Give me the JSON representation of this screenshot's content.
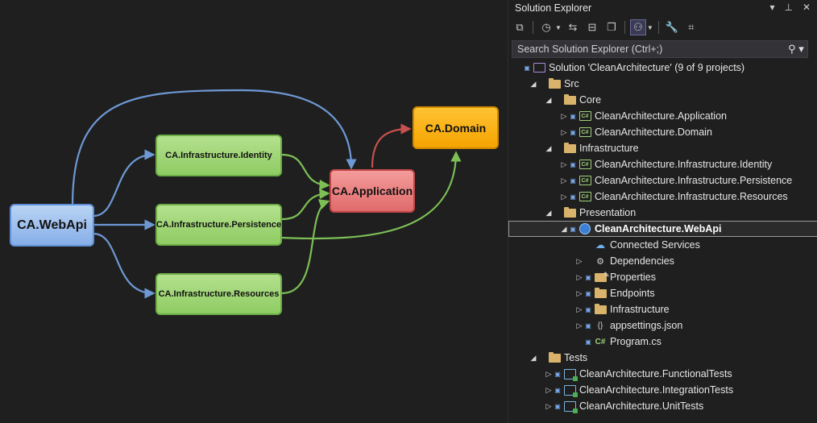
{
  "diagram": {
    "nodes": {
      "webapi": "CA.WebApi",
      "identity": "CA.Infrastructure.Identity",
      "persistence": "CA.Infrastructure.Persistence",
      "resources": "CA.Infrastructure.Resources",
      "application": "CA.Application",
      "domain": "CA.Domain"
    },
    "colors": {
      "blue_edge": "#6e98d4",
      "green_edge": "#7dbf55",
      "red_edge": "#c9504e"
    }
  },
  "explorer": {
    "title": "Solution Explorer",
    "title_icons": [
      "chevron-down-icon",
      "pin-icon",
      "close-icon"
    ],
    "search_placeholder": "Search Solution Explorer (Ctrl+;)",
    "tree": [
      {
        "label": "Solution 'CleanArchitecture' (9 of 9 projects)",
        "level": 0,
        "expander": "",
        "lock": true,
        "icon": "solution"
      },
      {
        "label": "Src",
        "level": 1,
        "expander": "◢",
        "lock": false,
        "icon": "folder"
      },
      {
        "label": "Core",
        "level": 2,
        "expander": "◢",
        "lock": false,
        "icon": "folder"
      },
      {
        "label": "CleanArchitecture.Application",
        "level": 3,
        "expander": "▷",
        "lock": true,
        "icon": "project"
      },
      {
        "label": "CleanArchitecture.Domain",
        "level": 3,
        "expander": "▷",
        "lock": true,
        "icon": "project"
      },
      {
        "label": "Infrastructure",
        "level": 2,
        "expander": "◢",
        "lock": false,
        "icon": "folder"
      },
      {
        "label": "CleanArchitecture.Infrastructure.Identity",
        "level": 3,
        "expander": "▷",
        "lock": true,
        "icon": "project"
      },
      {
        "label": "CleanArchitecture.Infrastructure.Persistence",
        "level": 3,
        "expander": "▷",
        "lock": true,
        "icon": "project"
      },
      {
        "label": "CleanArchitecture.Infrastructure.Resources",
        "level": 3,
        "expander": "▷",
        "lock": true,
        "icon": "project"
      },
      {
        "label": "Presentation",
        "level": 2,
        "expander": "◢",
        "lock": false,
        "icon": "folder"
      },
      {
        "label": "CleanArchitecture.WebApi",
        "level": 3,
        "expander": "◢",
        "lock": true,
        "icon": "web",
        "selected": true
      },
      {
        "label": "Connected Services",
        "level": 4,
        "expander": "",
        "lock": false,
        "icon": "service"
      },
      {
        "label": "Dependencies",
        "level": 4,
        "expander": "▷",
        "lock": false,
        "icon": "deps"
      },
      {
        "label": "Properties",
        "level": 4,
        "expander": "▷",
        "lock": true,
        "icon": "props"
      },
      {
        "label": "Endpoints",
        "level": 4,
        "expander": "▷",
        "lock": true,
        "icon": "folder"
      },
      {
        "label": "Infrastructure",
        "level": 4,
        "expander": "▷",
        "lock": true,
        "icon": "folder"
      },
      {
        "label": "appsettings.json",
        "level": 4,
        "expander": "▷",
        "lock": true,
        "icon": "json"
      },
      {
        "label": "Program.cs",
        "level": 4,
        "expander": "",
        "lock": true,
        "icon": "csharp"
      },
      {
        "label": "Tests",
        "level": 1,
        "expander": "◢",
        "lock": false,
        "icon": "folder"
      },
      {
        "label": "CleanArchitecture.FunctionalTests",
        "level": 2,
        "expander": "▷",
        "lock": true,
        "icon": "test"
      },
      {
        "label": "CleanArchitecture.IntegrationTests",
        "level": 2,
        "expander": "▷",
        "lock": true,
        "icon": "test"
      },
      {
        "label": "CleanArchitecture.UnitTests",
        "level": 2,
        "expander": "▷",
        "lock": true,
        "icon": "test"
      }
    ]
  }
}
